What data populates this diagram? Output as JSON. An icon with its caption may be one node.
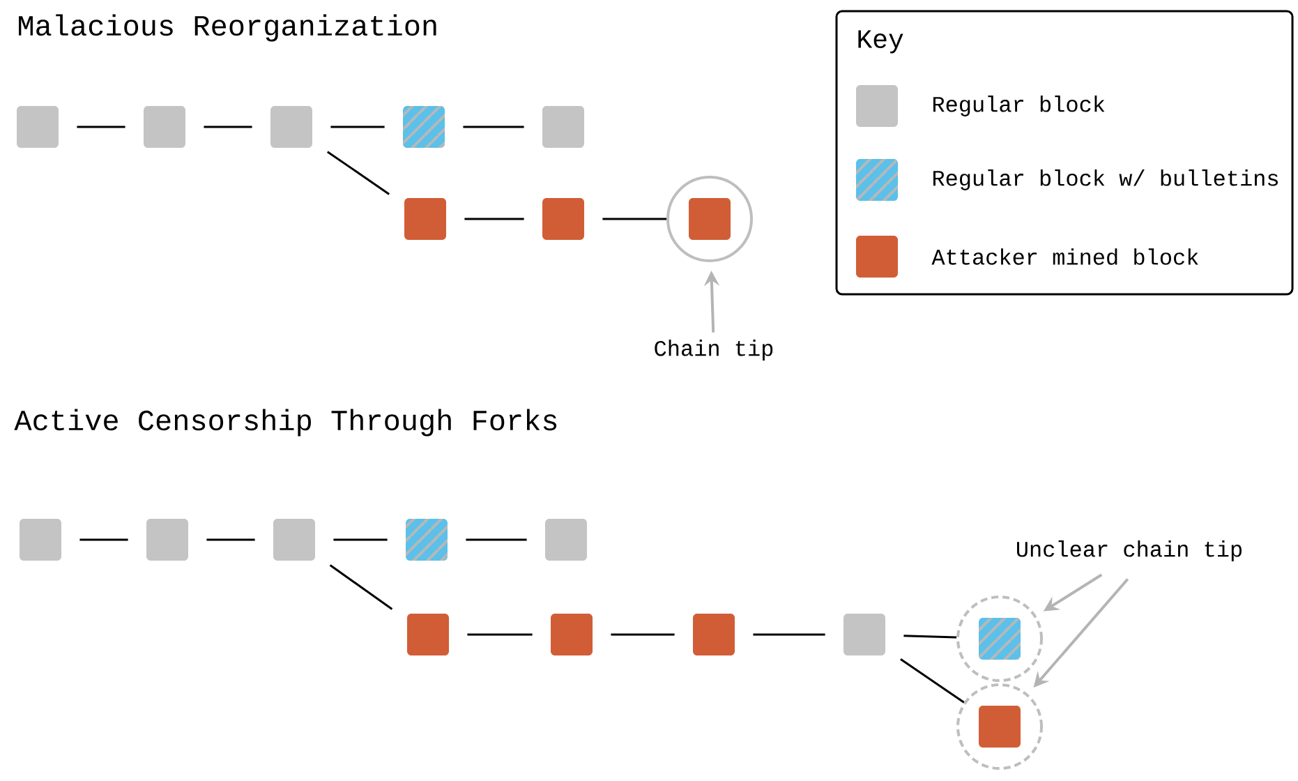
{
  "diagram": {
    "nodes": [
      {
        "text": [],
        "shape": "box"
      },
      {
        "text": [],
        "shape": "box"
      },
      {
        "text": [],
        "shape": "box"
      },
      {
        "text": [],
        "shape": "box"
      },
      {
        "text": [],
        "shape": "box"
      },
      {
        "text": [],
        "shape": "box"
      },
      {
        "text": [],
        "shape": "box"
      },
      {
        "text": [],
        "shape": "circle"
      },
      {
        "text": [],
        "shape": "box",
        "in": 7
      },
      {
        "text": [
          "Chain tip"
        ]
      },
      {
        "text": [],
        "shape": "box"
      },
      {
        "text": [],
        "shape": "box"
      },
      {
        "text": [],
        "shape": "box"
      },
      {
        "text": [],
        "shape": "box"
      },
      {
        "text": [],
        "shape": "box"
      },
      {
        "text": [],
        "shape": "box"
      },
      {
        "text": [],
        "shape": "box"
      },
      {
        "text": [],
        "shape": "box"
      },
      {
        "text": [],
        "shape": "box"
      },
      {
        "text": [],
        "shape": "circle"
      },
      {
        "text": [],
        "shape": "box",
        "in": 19
      },
      {
        "text": [],
        "shape": "circle"
      },
      {
        "text": [],
        "shape": "box",
        "in": 21
      },
      {
        "text": [
          "Unclear chain tip"
        ]
      }
    ],
    "edges": [
      {
        "from": 0,
        "to": 1,
        "arrow": "none"
      },
      {
        "from": 1,
        "to": 2,
        "arrow": "none"
      },
      {
        "from": 2,
        "to": 3,
        "arrow": "none"
      },
      {
        "from": 3,
        "to": 4,
        "arrow": "none"
      },
      {
        "from": 2,
        "to": 5,
        "arrow": "none"
      },
      {
        "from": 5,
        "to": 6,
        "arrow": "none"
      },
      {
        "from": 6,
        "to": 7,
        "arrow": "none"
      },
      {
        "from": 9,
        "to": 7,
        "arrow": "to",
        "color": "#b4b4b4"
      },
      {
        "from": 10,
        "to": 11,
        "arrow": "none"
      },
      {
        "from": 11,
        "to": 12,
        "arrow": "none"
      },
      {
        "from": 12,
        "to": 13,
        "arrow": "none"
      },
      {
        "from": 13,
        "to": 14,
        "arrow": "none"
      },
      {
        "from": 12,
        "to": 15,
        "arrow": "none"
      },
      {
        "from": 15,
        "to": 16,
        "arrow": "none"
      },
      {
        "from": 16,
        "to": 17,
        "arrow": "none"
      },
      {
        "from": 17,
        "to": 18,
        "arrow": "none"
      },
      {
        "from": 18,
        "to": 19,
        "arrow": "none"
      },
      {
        "from": 18,
        "to": 21,
        "arrow": "none"
      },
      {
        "from": 23,
        "to": 19,
        "arrow": "to",
        "color": "#b4b4b4"
      },
      {
        "from": 23,
        "to": 21,
        "arrow": "to",
        "color": "#b4b4b4"
      }
    ],
    "labels": [
      "Malacious Reorganization",
      "Key",
      "Active Censorship Through Forks"
    ],
    "legend": [
      {
        "text": "Regular block",
        "color": "#c4c4c4"
      },
      {
        "text": "Regular block w/ bulletins",
        "color": "#5bc0ea"
      },
      {
        "text": "Attacker mined block",
        "color": "#d15d36"
      }
    ]
  }
}
